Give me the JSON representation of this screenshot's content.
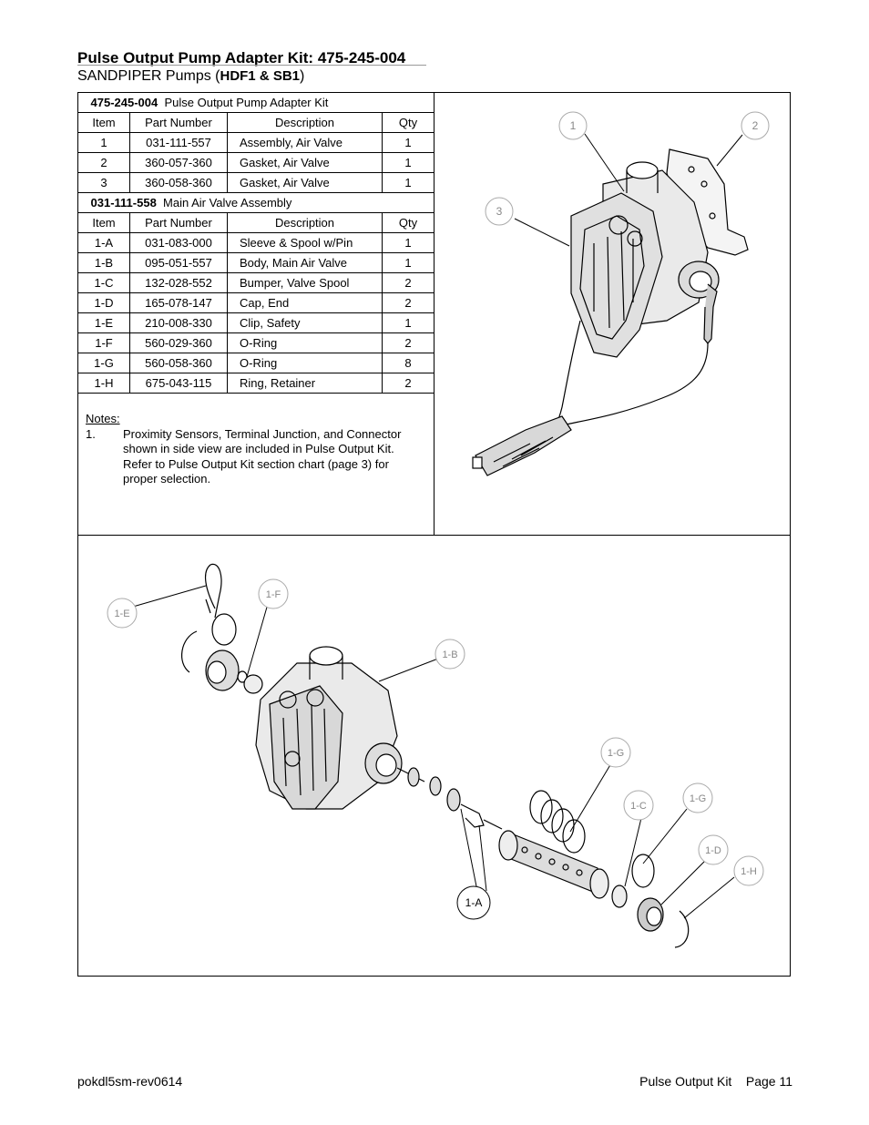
{
  "header": {
    "title": "Pulse Output Pump Adapter Kit: 475-245-004",
    "subtitle_prefix": "SANDPIPER Pumps (",
    "subtitle_models": "HDF1 & SB1",
    "subtitle_suffix": ")"
  },
  "kit": {
    "number": "475-245-004",
    "name": "Pulse Output Pump Adapter Kit",
    "columns": [
      "Item",
      "Part Number",
      "Description",
      "Qty"
    ],
    "rows": [
      {
        "item": "1",
        "part": "031-111-557",
        "desc": "Assembly, Air Valve",
        "qty": "1"
      },
      {
        "item": "2",
        "part": "360-057-360",
        "desc": "Gasket, Air Valve",
        "qty": "1"
      },
      {
        "item": "3",
        "part": "360-058-360",
        "desc": "Gasket, Air Valve",
        "qty": "1"
      }
    ]
  },
  "assembly": {
    "number": "031-111-558",
    "name": "Main Air Valve Assembly",
    "columns": [
      "Item",
      "Part Number",
      "Description",
      "Qty"
    ],
    "rows": [
      {
        "item": "1-A",
        "part": "031-083-000",
        "desc": "Sleeve & Spool w/Pin",
        "qty": "1"
      },
      {
        "item": "1-B",
        "part": "095-051-557",
        "desc": "Body, Main Air Valve",
        "qty": "1"
      },
      {
        "item": "1-C",
        "part": "132-028-552",
        "desc": "Bumper, Valve Spool",
        "qty": "2"
      },
      {
        "item": "1-D",
        "part": "165-078-147",
        "desc": "Cap, End",
        "qty": "2"
      },
      {
        "item": "1-E",
        "part": "210-008-330",
        "desc": "Clip, Safety",
        "qty": "1"
      },
      {
        "item": "1-F",
        "part": "560-029-360",
        "desc": "O-Ring",
        "qty": "2"
      },
      {
        "item": "1-G",
        "part": "560-058-360",
        "desc": "O-Ring",
        "qty": "8"
      },
      {
        "item": "1-H",
        "part": "675-043-115",
        "desc": "Ring, Retainer",
        "qty": "2"
      }
    ]
  },
  "notes": {
    "label": "Notes:",
    "items": [
      {
        "num": "1.",
        "lines": [
          "Proximity Sensors, Terminal Junction, and Connector",
          "shown in side view are included in Pulse Output Kit.",
          "Refer  to Pulse Output Kit section chart (page 3) for",
          "proper selection."
        ]
      }
    ]
  },
  "callouts_top": [
    "1",
    "2",
    "3"
  ],
  "callouts_bottom": [
    "1-E",
    "1-F",
    "1-B",
    "1-G",
    "1-C",
    "1-G",
    "1-D",
    "1-H",
    "1-A"
  ],
  "footer": {
    "left": "pokdl5sm-rev0614",
    "right": "Pulse Output Kit    Page 11"
  }
}
